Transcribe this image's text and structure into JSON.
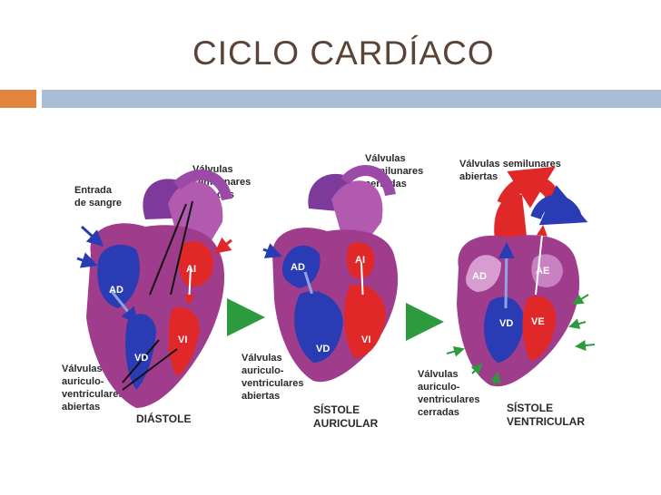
{
  "title": "CICLO CARDÍACO",
  "colors": {
    "title": "#5a4337",
    "accent_orange": "#e0843e",
    "accent_blue": "#a9bdd4",
    "wall": "#a03c8c",
    "venous": "#2a3cb4",
    "arterial": "#e02828",
    "arrow_green": "#2e9a3e"
  },
  "panels": [
    {
      "chambers": [
        "AD",
        "AI",
        "VD",
        "VI"
      ],
      "labels": {
        "entrada": [
          "Entrada",
          "de sangre"
        ],
        "semilunares": [
          "Válvulas",
          "semilunares",
          "cerradas"
        ],
        "av": [
          "Válvulas",
          "auriculo-",
          "ventriculares",
          "abiertas"
        ]
      },
      "caption": [
        "DIÁSTOLE"
      ]
    },
    {
      "chambers": [
        "AD",
        "AI",
        "VD",
        "VI"
      ],
      "labels": {
        "semilunares": [
          "Válvulas",
          "semilunares",
          "cerradas"
        ],
        "av": [
          "Válvulas",
          "auriculo-",
          "ventriculares",
          "abiertas"
        ]
      },
      "caption": [
        "SÍSTOLE",
        "AURICULAR"
      ]
    },
    {
      "chambers": [
        "AD",
        "AE",
        "VD",
        "VE"
      ],
      "labels": {
        "semilunares": [
          "Válvulas semilunares",
          "abiertas"
        ],
        "av": [
          "Válvulas",
          "auriculo-",
          "ventriculares",
          "cerradas"
        ]
      },
      "caption": [
        "SÍSTOLE",
        "VENTRICULAR"
      ]
    }
  ]
}
